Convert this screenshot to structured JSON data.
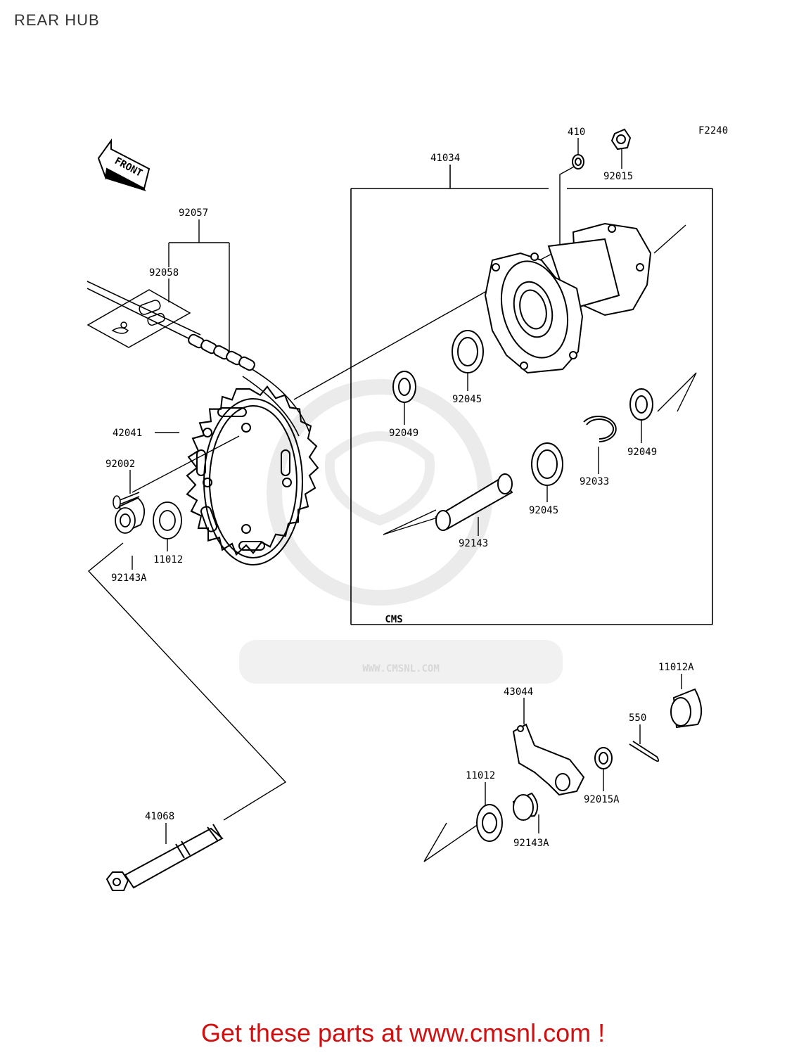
{
  "page": {
    "title": "REAR HUB"
  },
  "diagram": {
    "figure_code": "F2240",
    "front_arrow_label": "FRONT",
    "watermark": {
      "logo_text": "CMS",
      "url_text": "WWW.CMSNL.COM"
    },
    "part_labels": {
      "p410": "410",
      "p92015": "92015",
      "p41034": "41034",
      "p92057": "92057",
      "p92058": "92058",
      "p92045a": "92045",
      "p92049a": "92049",
      "p42041": "42041",
      "p92002": "92002",
      "p92049b": "92049",
      "p92033": "92033",
      "p92045b": "92045",
      "p11012a": "11012",
      "p92143": "92143",
      "p92143A_a": "92143A",
      "p11012A": "11012A",
      "p43044": "43044",
      "p550": "550",
      "p11012b": "11012",
      "p92015A": "92015A",
      "p92143A_b": "92143A",
      "p41068": "41068"
    }
  },
  "footer": {
    "cta": "Get these parts at www.cmsnl.com !"
  }
}
